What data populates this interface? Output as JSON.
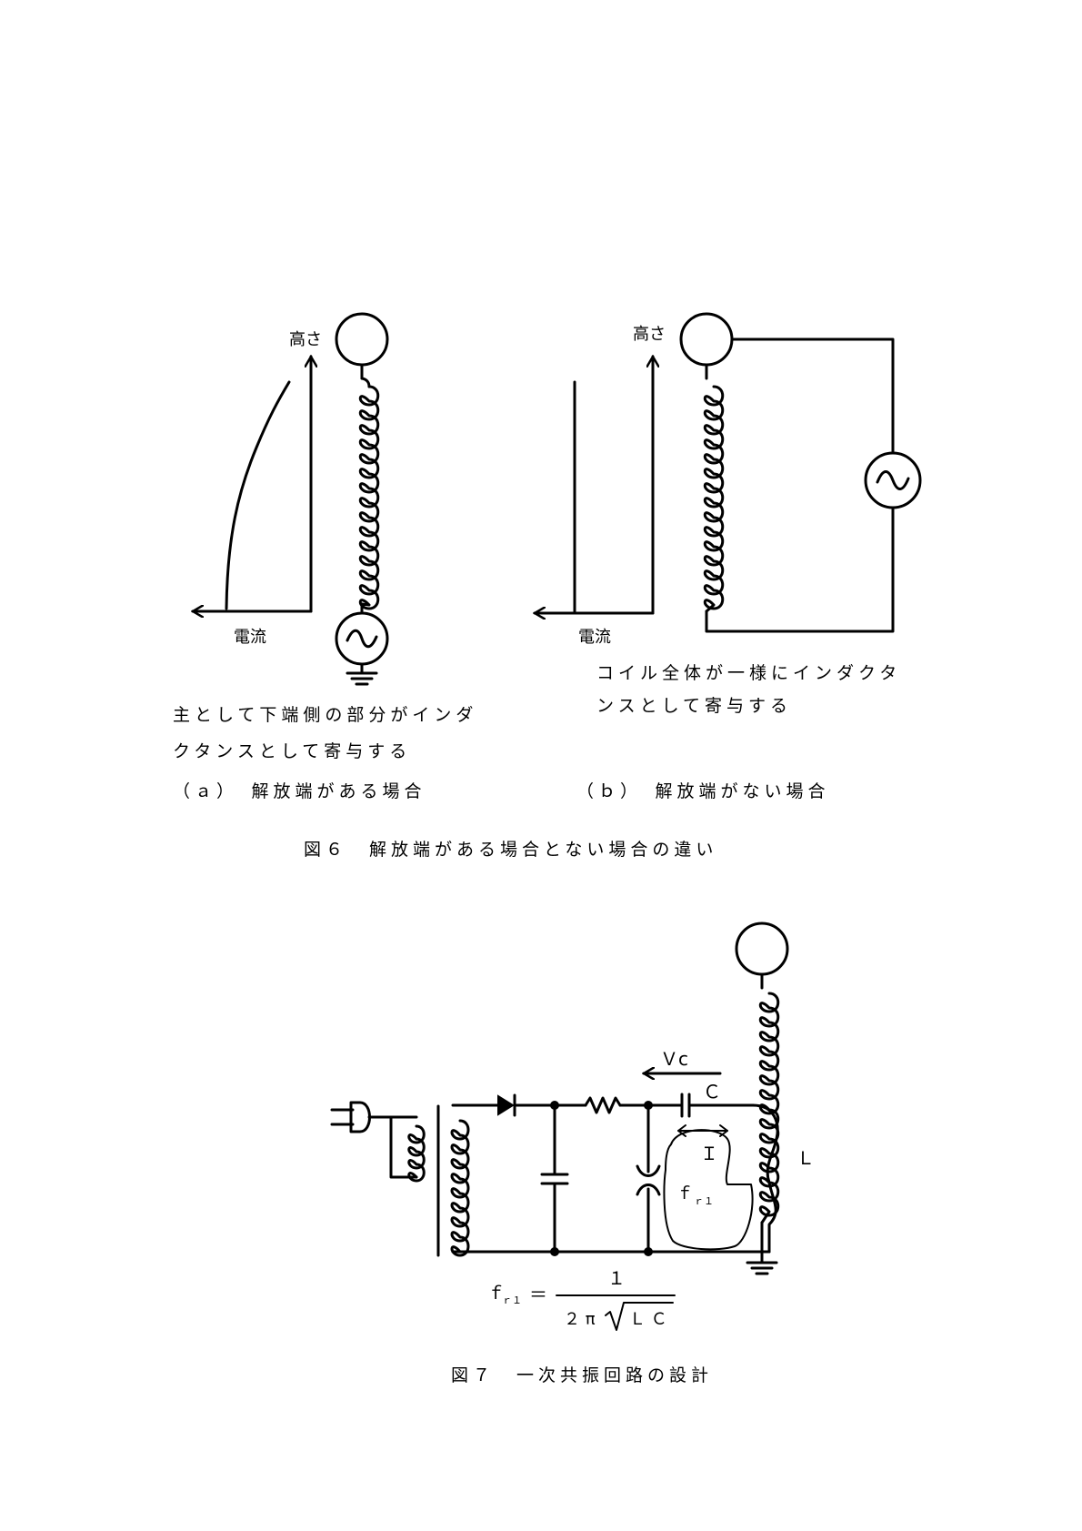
{
  "figure6": {
    "a": {
      "y_axis_label": "高さ",
      "x_axis_label": "電流",
      "desc_line1": "主として下端側の部分がインダ",
      "desc_line2": "クタンスとして寄与する",
      "sub_caption": "（ａ）　解放端がある場合"
    },
    "b": {
      "y_axis_label": "高さ",
      "x_axis_label": "電流",
      "desc_line1": "コイル全体が一様にインダクタ",
      "desc_line2": "ンスとして寄与する",
      "sub_caption": "（ｂ）　解放端がない場合"
    },
    "caption": "図６　解放端がある場合とない場合の違い"
  },
  "figure7": {
    "label_vc": "Ｖc",
    "label_c": "Ｃ",
    "label_i": "Ｉ",
    "label_l": "Ｌ",
    "label_fr1": "ｆ",
    "label_fr1_sub": "ｒ１",
    "formula": {
      "lhs": "ｆ",
      "lhs_sub": "ｒ１",
      "equals": "＝",
      "numerator": "１",
      "denominator_prefix": "２ π",
      "denominator_radicand": "Ｌ Ｃ"
    },
    "caption": "図７　一次共振回路の設計"
  }
}
